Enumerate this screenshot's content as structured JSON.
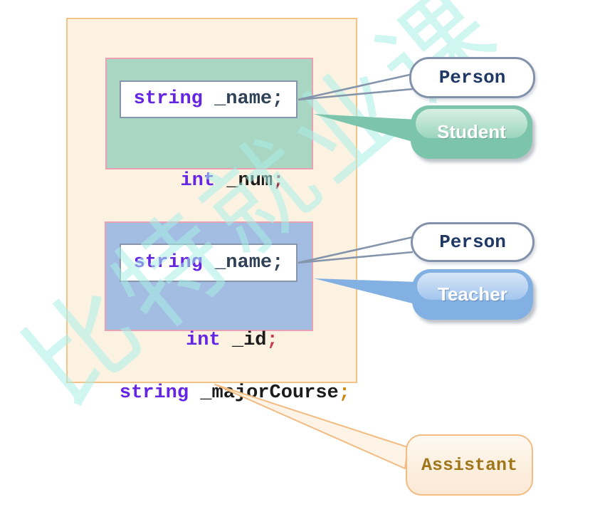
{
  "code": {
    "student": {
      "base": {
        "kw": "string",
        "id": " _name",
        "semi": ";"
      },
      "own": {
        "kw": "int",
        "id": " _num",
        "semi": ";"
      }
    },
    "teacher": {
      "base": {
        "kw": "string",
        "id": " _name",
        "semi": ";"
      },
      "own": {
        "kw": "int",
        "id": " _id",
        "semi": ";"
      }
    },
    "assistant": {
      "own": {
        "kw": "string",
        "id": " _majorCourse",
        "semi": ";"
      }
    }
  },
  "callouts": {
    "person_top": "Person",
    "student": "Student",
    "person_bottom": "Person",
    "teacher": "Teacher",
    "assistant": "Assistant"
  },
  "watermark": {
    "text": "比特就业课"
  },
  "colors": {
    "keyword": "#6526e3",
    "student_pill": "#7cc5ac",
    "teacher_pill": "#82b0e2",
    "assistant_border": "#f2bc83",
    "outer_box_fill": "#fcf2e2",
    "green_box_fill": "#a9d5c3",
    "blue_box_fill": "#a2bce2",
    "member_border_pink": "#e9a0b3",
    "connector_gray": "#8494ab",
    "watermark_cyan": "#aaeee6"
  }
}
